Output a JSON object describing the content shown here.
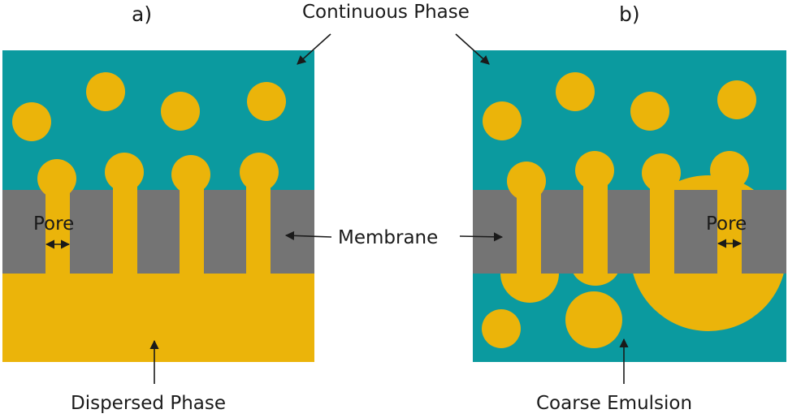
{
  "panels": {
    "a": {
      "letter": "a)"
    },
    "b": {
      "letter": "b)"
    }
  },
  "labels": {
    "continuous_phase": "Continuous Phase",
    "membrane": "Membrane",
    "dispersed_phase": "Dispersed Phase",
    "coarse_emulsion": "Coarse Emulsion",
    "pore_a": "Pore",
    "pore_b": "Pore"
  },
  "colors": {
    "continuous": "#0b9a9f",
    "dispersed": "#ebb40a",
    "membrane": "#747474",
    "text": "#1a1a1a"
  }
}
